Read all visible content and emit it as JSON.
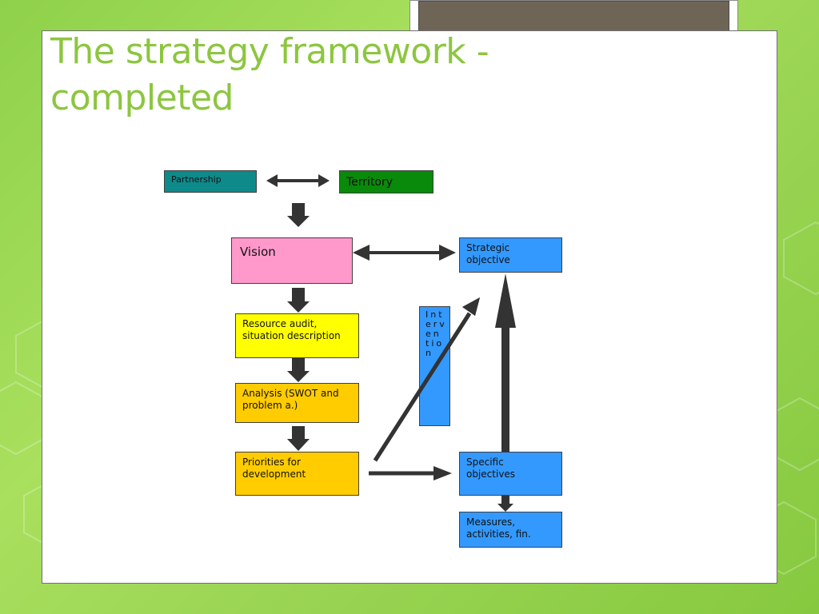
{
  "slide": {
    "title": "The strategy framework - completed"
  },
  "diagram": {
    "partnership": "Partnership",
    "territory": "Territory",
    "vision": "Vision",
    "strategic_objective": "Strategic objective",
    "resource_audit": "Resource audit, situation description",
    "analysis": "Analysis (SWOT and problem a.)",
    "priorities": "Priorities for development",
    "intervention": "Intervention",
    "specific_objectives": "Specific objectives",
    "measures": "Measures, activities, fin."
  },
  "colors": {
    "title": "#8cc63f",
    "partnership": "#0e8a8a",
    "territory": "#0a8a0a",
    "vision": "#ff99cc",
    "blue_boxes": "#3399ff",
    "resource_audit": "#ffff00",
    "orange_boxes": "#ffcc00",
    "arrows": "#333333"
  }
}
